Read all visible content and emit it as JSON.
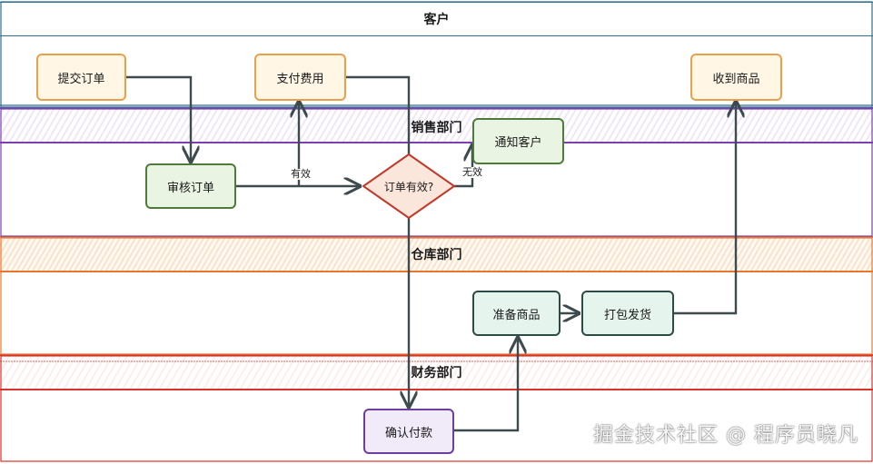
{
  "lanes": [
    {
      "id": "customer",
      "title": "客户"
    },
    {
      "id": "sales",
      "title": "销售部门"
    },
    {
      "id": "warehouse",
      "title": "仓库部门"
    },
    {
      "id": "finance",
      "title": "财务部门"
    }
  ],
  "nodes": {
    "submit_order": "提交订单",
    "pay_fee": "支付费用",
    "receive_goods": "收到商品",
    "review_order": "审核订单",
    "order_valid": "订单有效?",
    "notify_customer": "通知客户",
    "prepare_goods": "准备商品",
    "pack_ship": "打包发货",
    "confirm_payment": "确认付款"
  },
  "edge_labels": {
    "valid": "有效",
    "invalid": "无效"
  },
  "colors": {
    "lane_customer": "#2f6f8f",
    "lane_sales": "#7b3fb0",
    "lane_warehouse": "#e8772e",
    "lane_finance": "#d9342b",
    "arrow": "#3d4b4f"
  },
  "watermark": "掘金技术社区 @ 程序员晓凡"
}
